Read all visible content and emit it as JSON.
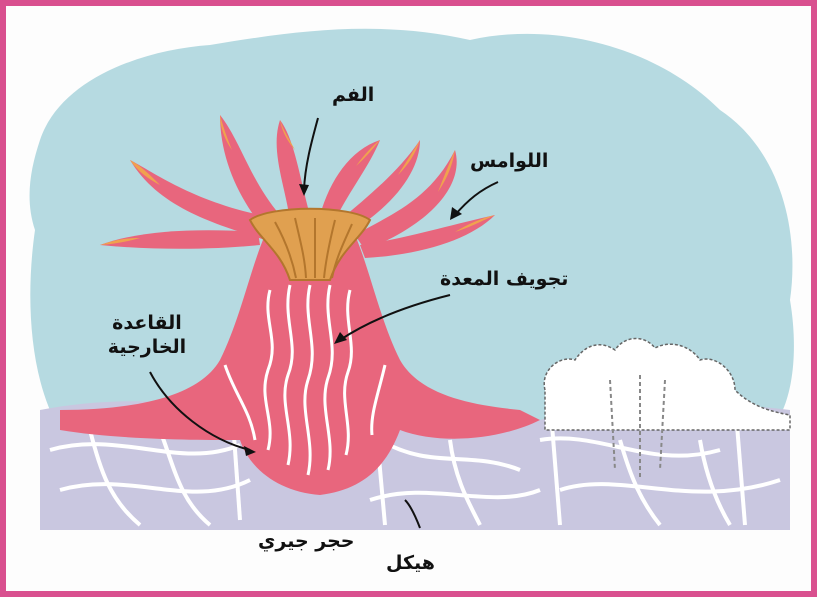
{
  "labels": {
    "mouth": "الفم",
    "tentacles": "اللوامس",
    "gastric_cavity": "تجويف المعدة",
    "basal_disc_line1": "القاعدة",
    "basal_disc_line2": "الخارجية",
    "limestone": "حجر جيري",
    "skeleton": "هيكل"
  },
  "colors": {
    "frame": "#d9508f",
    "water": "#a9d4dc",
    "polyp_body": "#e8667d",
    "tentacle_tip": "#f0a24e",
    "mouth_disc": "#e0a050",
    "skeleton_bg": "#c9c7e0",
    "skeleton_lines": "#ffffff"
  }
}
